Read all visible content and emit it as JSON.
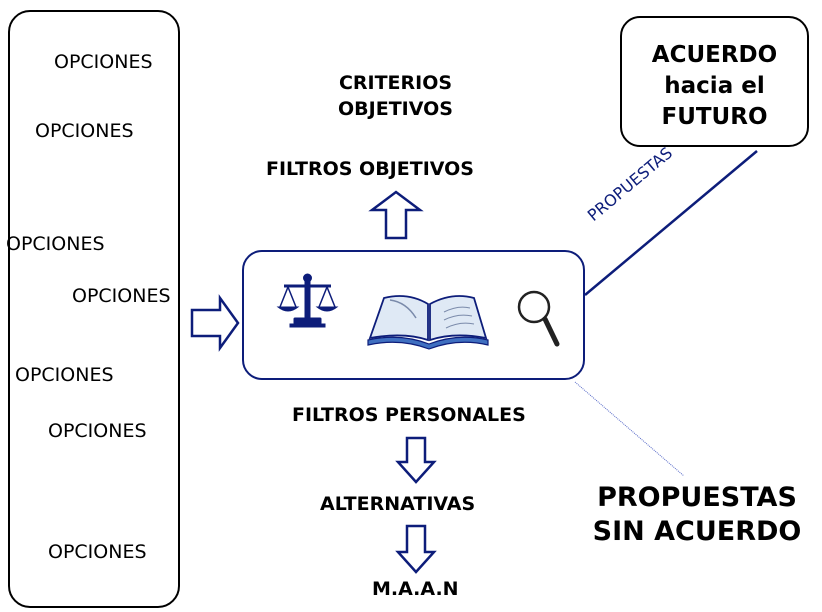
{
  "options": [
    "OPCIONES",
    "OPCIONES",
    "OPCIONES",
    "OPCIONES",
    "OPCIONES",
    "OPCIONES",
    "OPCIONES"
  ],
  "criteria_label": "CRITERIOS\nOBJETIVOS",
  "objective_filters_label": "FILTROS OBJETIVOS",
  "personal_filters_label": "FILTROS PERSONALES",
  "alternatives_label": "ALTERNATIVAS",
  "maan_label": "M.A.A.N",
  "agreement_label": "ACUERDO\nhacia el\nFUTURO",
  "proposals_line_label": "PROPUESTAS",
  "no_agreement_label": "PROPUESTAS\nSIN ACUERDO",
  "icons": [
    "scales-icon",
    "open-book-icon",
    "magnifier-icon"
  ],
  "colors": {
    "accent": "#0d1d7a",
    "text": "#000000"
  }
}
